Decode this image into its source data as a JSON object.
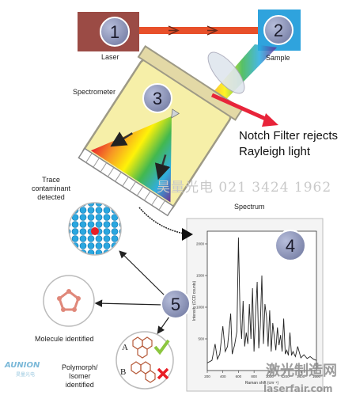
{
  "steps": {
    "n1": "1",
    "n2": "2",
    "n3": "3",
    "n4": "4",
    "n5": "5"
  },
  "labels": {
    "laser": "Laser",
    "sample": "Sample",
    "spectrometer": "Spectrometer",
    "notch_line1": "Notch Filter rejects",
    "notch_line2": "Rayleigh light",
    "trace_line1": "Trace",
    "trace_line2": "contaminant",
    "trace_line3": "detected",
    "spectrum": "Spectrum",
    "molecule": "Molecule identified",
    "poly_line1": "Polymorph/",
    "poly_line2": "Isomer",
    "poly_line3": "identified",
    "option_a": "A",
    "option_b": "B"
  },
  "watermarks": {
    "cn_phone": "昊量光电 021 3424 1962",
    "laserfair_cn": "激光制造网",
    "laserfair_url": "laserfair.com",
    "aunion": "AUNION",
    "aunion_cn": "昊量光电"
  },
  "colors": {
    "laser_box": "#9b4b45",
    "sample_box": "#2fa3dd",
    "beam": "#e8502a",
    "step_circle": "#8c94b8",
    "spectrometer_body": "#f6efa8",
    "filter_bar": "#e3d9a6",
    "hex_fill": "#2aa7e0",
    "contaminant": "#e81e26"
  },
  "chart_data": {
    "type": "line",
    "title": "",
    "xlabel": "Raman shift (cm⁻¹)",
    "ylabel": "Intensity (CCD counts)",
    "xlim": [
      200,
      1600
    ],
    "ylim": [
      0,
      2200
    ],
    "x_ticks": [
      200,
      400,
      600,
      800,
      1000,
      1200,
      1400,
      1600
    ],
    "y_ticks": [
      500,
      1000,
      1500,
      2000
    ],
    "x_tick_labels": [
      "200",
      "400",
      "600",
      "800",
      "1000",
      "1200",
      "1400",
      "1600"
    ],
    "y_tick_labels": [
      "500",
      "1000",
      "1500",
      "2000"
    ],
    "series": [
      {
        "x": [
          200,
          260,
          300,
          330,
          360,
          400,
          430,
          460,
          500,
          520,
          550,
          580,
          600,
          620,
          640,
          660,
          680,
          700,
          720,
          740,
          760,
          780,
          800,
          820,
          840,
          860,
          880,
          900,
          920,
          940,
          960,
          980,
          1000,
          1020,
          1040,
          1060,
          1080,
          1100,
          1120,
          1140,
          1160,
          1180,
          1200,
          1220,
          1240,
          1260,
          1280,
          1300,
          1330,
          1360,
          1400,
          1440,
          1480,
          1520,
          1560,
          1600
        ],
        "values": [
          120,
          160,
          420,
          180,
          260,
          700,
          300,
          380,
          900,
          260,
          400,
          620,
          2100,
          900,
          500,
          1100,
          380,
          600,
          420,
          1050,
          500,
          1300,
          300,
          900,
          1400,
          350,
          700,
          1500,
          420,
          1050,
          850,
          380,
          950,
          300,
          750,
          520,
          320,
          680,
          400,
          560,
          300,
          820,
          260,
          320,
          240,
          600,
          240,
          300,
          220,
          380,
          200,
          250,
          190,
          220,
          180,
          160
        ]
      }
    ]
  }
}
